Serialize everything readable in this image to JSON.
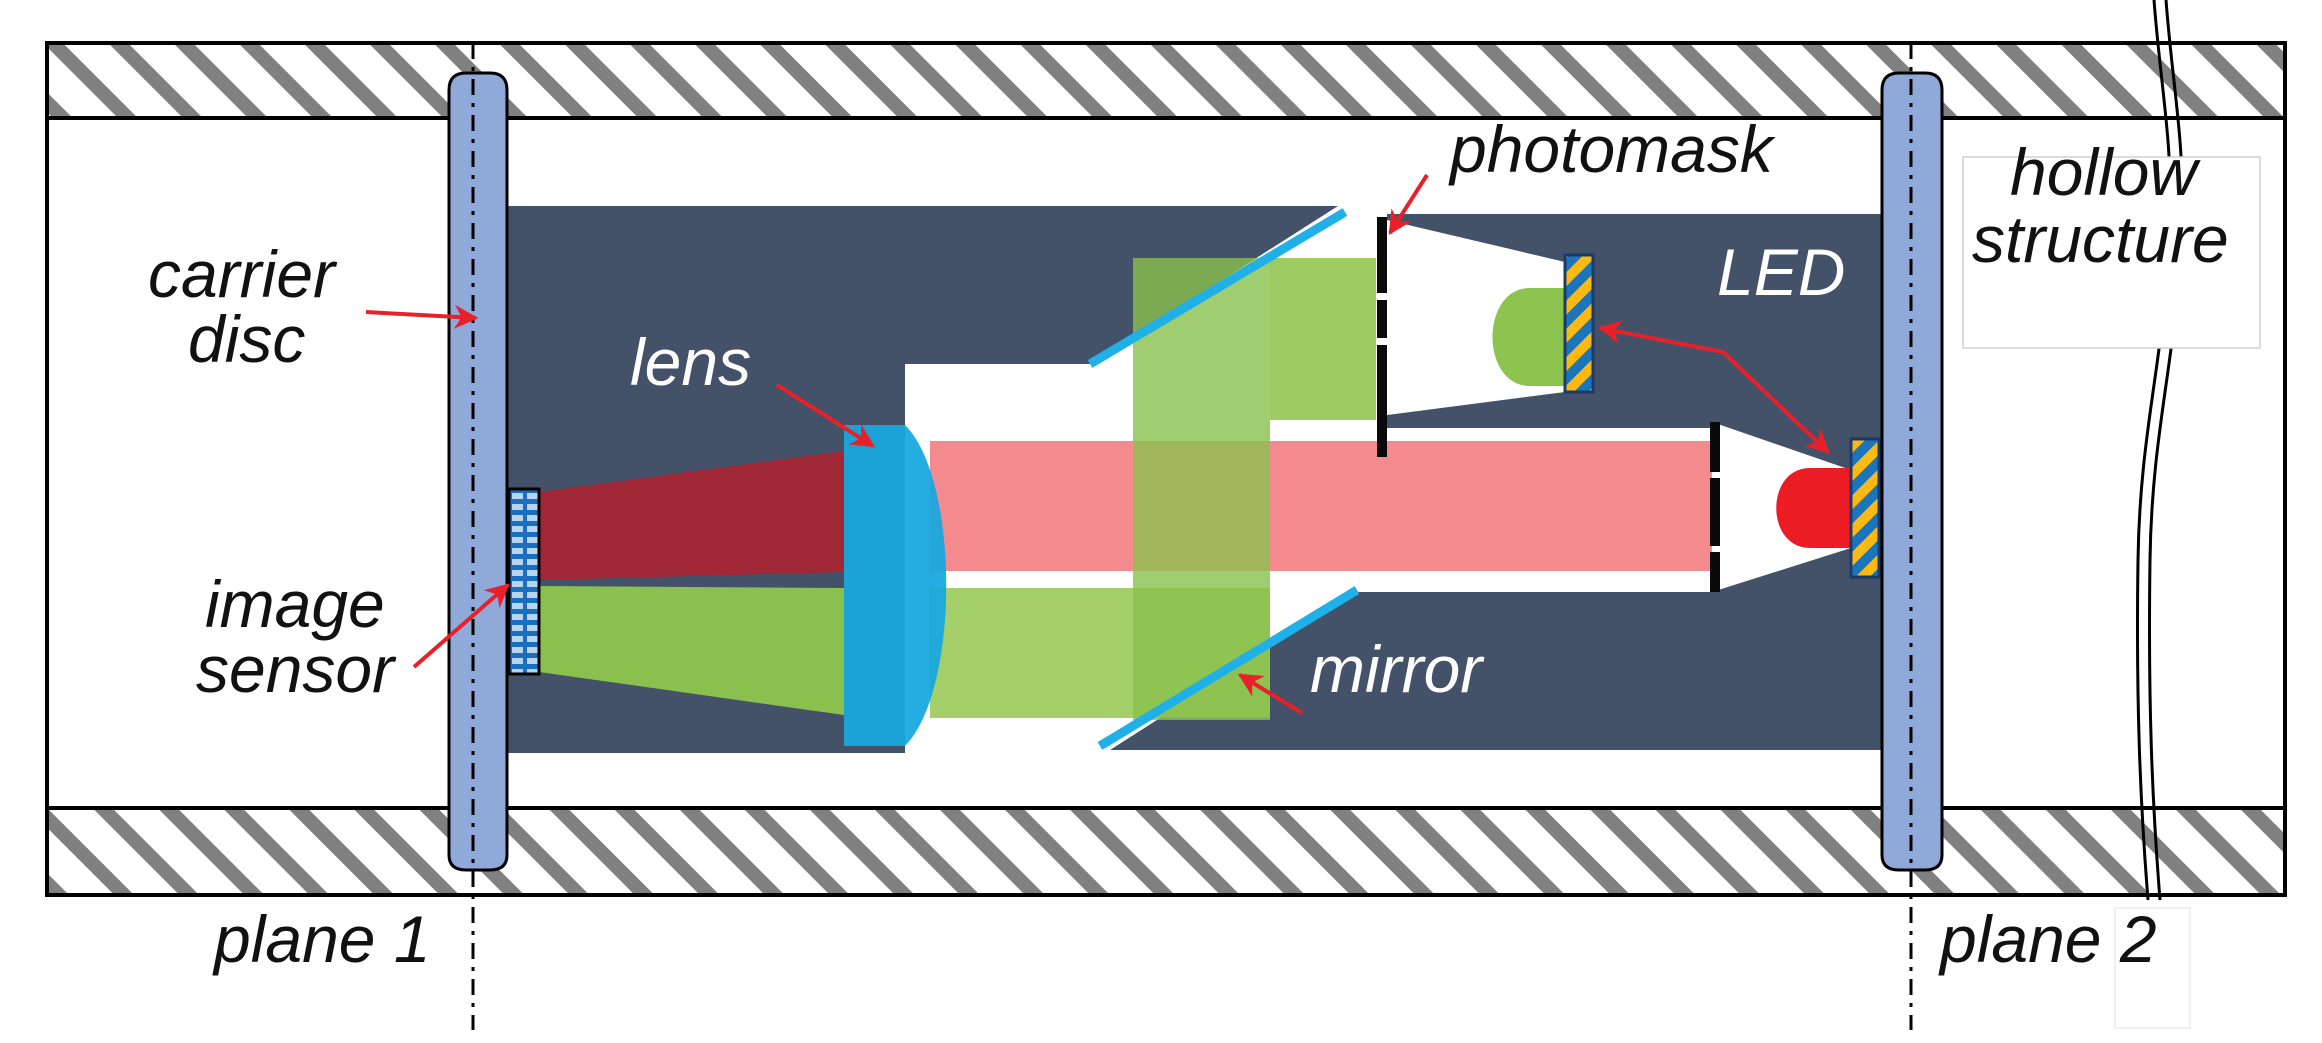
{
  "diagram": {
    "title": "Optical module between two carrier discs inside a hollow structure",
    "colors": {
      "housing": "#435268",
      "carrier_disc": "#8fa9d8",
      "hatch_stripe": "#808080",
      "red_beam_dark": "#a02735",
      "red_beam_light": "#f38b8e",
      "green_beam": "#8ac04e",
      "green_beam_light": "#9fcc62",
      "lens": "#19a8de",
      "mirror": "#1fb0e8",
      "red_led": "#ec1c24",
      "green_led": "#8dc34f",
      "annotation_arrow": "#e8202a",
      "led_chip_a": "#1b75bc",
      "led_chip_b": "#fdb913"
    },
    "labels": {
      "carrier_disc_line1": "carrier",
      "carrier_disc_line2": "disc",
      "lens": "lens",
      "image_sensor_line1": "image",
      "image_sensor_line2": "sensor",
      "photomask": "photomask",
      "led": "LED",
      "mirror": "mirror",
      "hollow_structure_line1": "hollow",
      "hollow_structure_line2": "structure",
      "plane1": "plane 1",
      "plane2": "plane 2"
    },
    "components": [
      {
        "name": "carrier disc",
        "count": 2
      },
      {
        "name": "image sensor",
        "count": 1
      },
      {
        "name": "lens",
        "count": 1
      },
      {
        "name": "mirror",
        "count": 2
      },
      {
        "name": "photomask",
        "count": 2
      },
      {
        "name": "LED",
        "count": 2,
        "colors": [
          "green",
          "red"
        ]
      },
      {
        "name": "hollow structure",
        "count": 1
      }
    ]
  }
}
